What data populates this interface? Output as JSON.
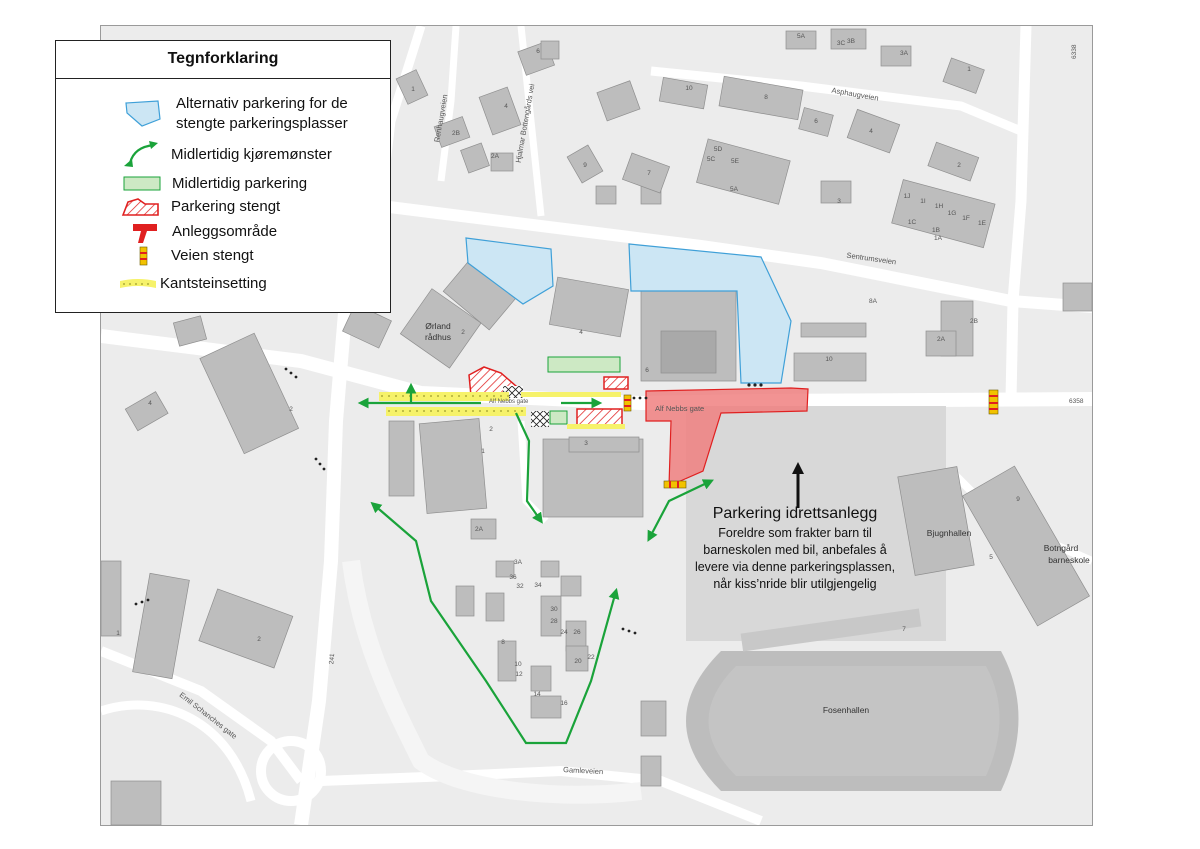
{
  "legend": {
    "title": "Tegnforklaring",
    "items": [
      {
        "label_line1": "Alternativ parkering for de",
        "label_line2": "stengte parkeringsplasser",
        "symbol": "blue-polygon-icon",
        "color": "#cce6f4"
      },
      {
        "label": "Midlertidig kjøremønster",
        "symbol": "green-curved-arrow-icon",
        "color": "#1aa33a"
      },
      {
        "label": "Midlertidig parkering",
        "symbol": "green-rectangle-icon",
        "color": "#cde9c4"
      },
      {
        "label": "Parkering stengt",
        "symbol": "red-hatched-shape-icon",
        "color": "#e02020"
      },
      {
        "label": "Anleggsområde",
        "symbol": "red-t-shape-icon",
        "color": "#e02020"
      },
      {
        "label": "Veien stengt",
        "symbol": "road-closed-barrier-icon",
        "color": "#f2c200"
      },
      {
        "label": "Kantsteinsetting",
        "symbol": "yellow-curb-icon",
        "color": "#f6f26a"
      }
    ]
  },
  "annotation": {
    "title": "Parkering idrettsanlegg",
    "body": "Foreldre som frakter barn til barneskolen med bil, anbefales å levere via denne parkeringsplassen, når kiss’nride blir utilgjengelig"
  },
  "street_names": {
    "sentrumsveien": "Sentrumsveien",
    "asphaugveien": "Asphaugveien",
    "alf_nebbs_gate": "Alf Nebbs gate",
    "alf_nebbs_gate_short": "Alf Nebbs gate",
    "gamleveien": "Gamleveien",
    "emil_schanches_gate": "Emil Schanches gate",
    "renhaugveien": "Renhaugveien",
    "hjalmar_bottengards_vei": "Hjalmar Bottengårds vei",
    "road_6338": "6338",
    "road_6358": "6358",
    "road_241": "241"
  },
  "places": {
    "orland_radhus_1": "Ørland",
    "orland_radhus_2": "rådhus",
    "bjugnhallen": "Bjugnhallen",
    "fosenhallen": "Fosenhallen",
    "botngard_1": "Botngård",
    "botngard_2": "barneskole"
  },
  "house_numbers": [
    "1",
    "2",
    "4",
    "6",
    "2B",
    "2A",
    "9",
    "7",
    "5D",
    "5E",
    "5C",
    "5A",
    "10",
    "8",
    "6",
    "4",
    "3",
    "2",
    "1",
    "5A",
    "3A",
    "3B",
    "3C",
    "1J",
    "1I",
    "1H",
    "1G",
    "1F",
    "1E",
    "1C",
    "1B",
    "1A",
    "8A",
    "2B",
    "2A",
    "10",
    "4",
    "6",
    "3",
    "2",
    "1",
    "2A",
    "4",
    "3A",
    "36",
    "32",
    "34",
    "30",
    "28",
    "24",
    "26",
    "22",
    "20",
    "10",
    "12",
    "14",
    "16",
    "8",
    "2",
    "5",
    "9",
    "7",
    "1",
    "2"
  ],
  "colors": {
    "map_background": "#ececec",
    "building": "#bdbdbd",
    "road": "#ffffff",
    "alt_parking": "#cce6f4",
    "temp_route": "#1aa33a",
    "temp_parking": "#cde9c4",
    "closed_parking": "#e02020",
    "construction": "#f08080",
    "road_closed": "#f2c200",
    "curb": "#f6f26a"
  }
}
